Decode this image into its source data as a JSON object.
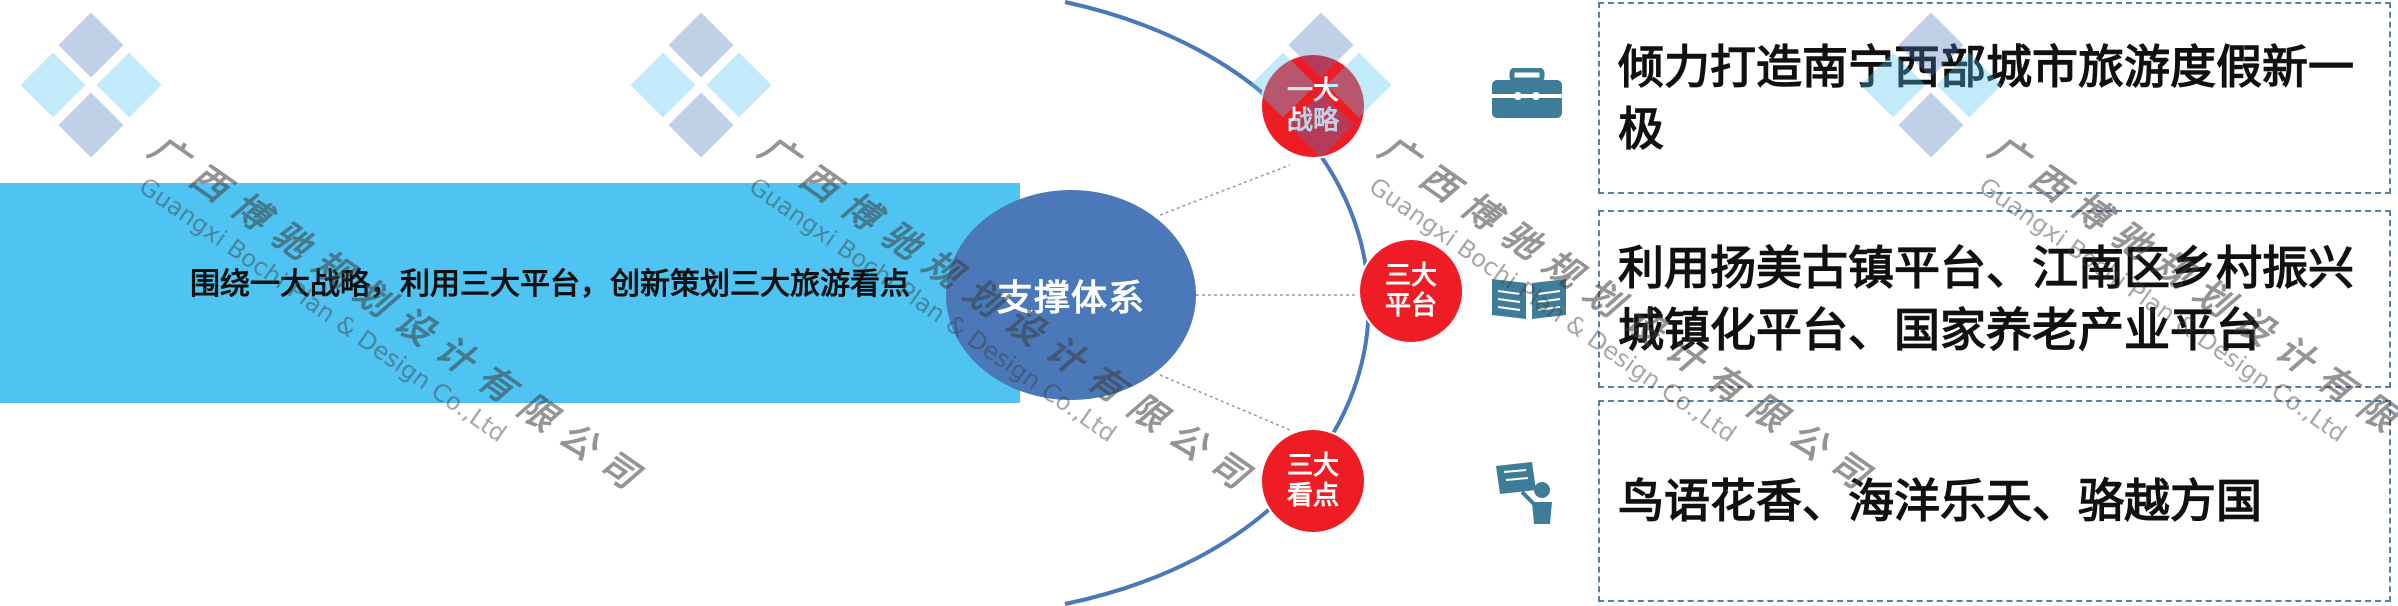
{
  "main": {
    "band_text": "围绕一大战略，利用三大平台，创新策划三大旅游看点",
    "hub_label": "支撑体系"
  },
  "nodes": [
    {
      "label": "一大战略",
      "icon": "toolbox-icon",
      "text": "倾力打造南宁西部城市旅游度假新一极"
    },
    {
      "label": "三大平台",
      "icon": "open-book-icon",
      "text": "利用扬美古镇平台、江南区乡村振兴城镇化平台、国家养老产业平台"
    },
    {
      "label": "三大看点",
      "icon": "presenter-icon",
      "text": "鸟语花香、海洋乐天、骆越方国"
    }
  ],
  "watermark": {
    "company_cn": "广西博驰规划设计有限公司",
    "company_en": "Guangxi Bochi Plan & Design Co.,Ltd"
  },
  "colors": {
    "band": "#4fc3f1",
    "hub": "#4a78b8",
    "node": "#ee1c25",
    "arc": "#4a78b8",
    "icon": "#3f7c9a",
    "box_border": "#5a7fa6"
  }
}
